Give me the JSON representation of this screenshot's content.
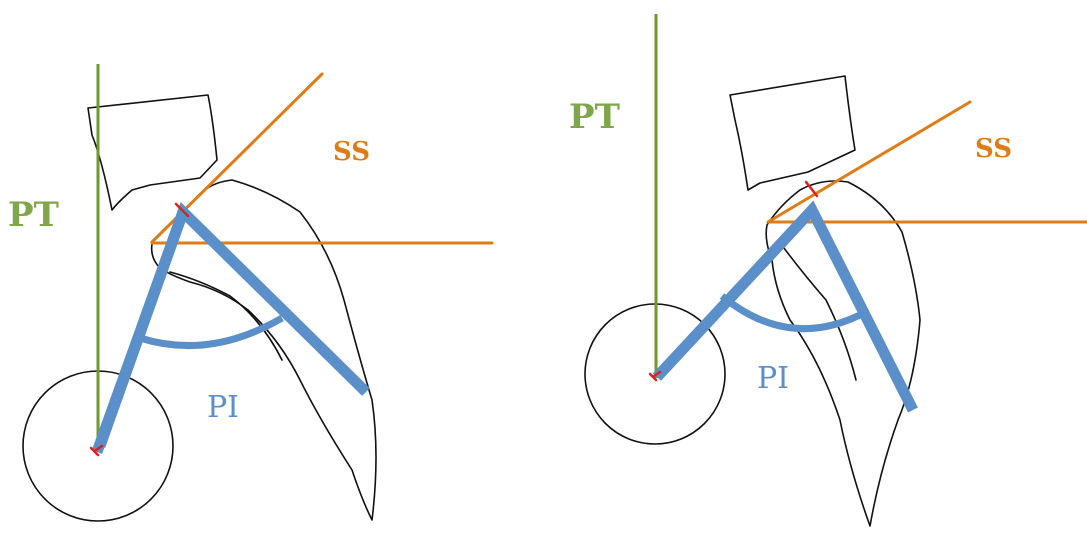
{
  "diagrams": [
    {
      "labels": {
        "pt": "PT",
        "ss": "SS",
        "pi": "PI"
      }
    },
    {
      "labels": {
        "pt": "PT",
        "ss": "SS",
        "pi": "PI"
      }
    }
  ],
  "colors": {
    "pt": "#7fa64a",
    "ss": "#e07c16",
    "pi": "#5b8fc9",
    "marker": "#e02020",
    "outline": "#111111"
  }
}
